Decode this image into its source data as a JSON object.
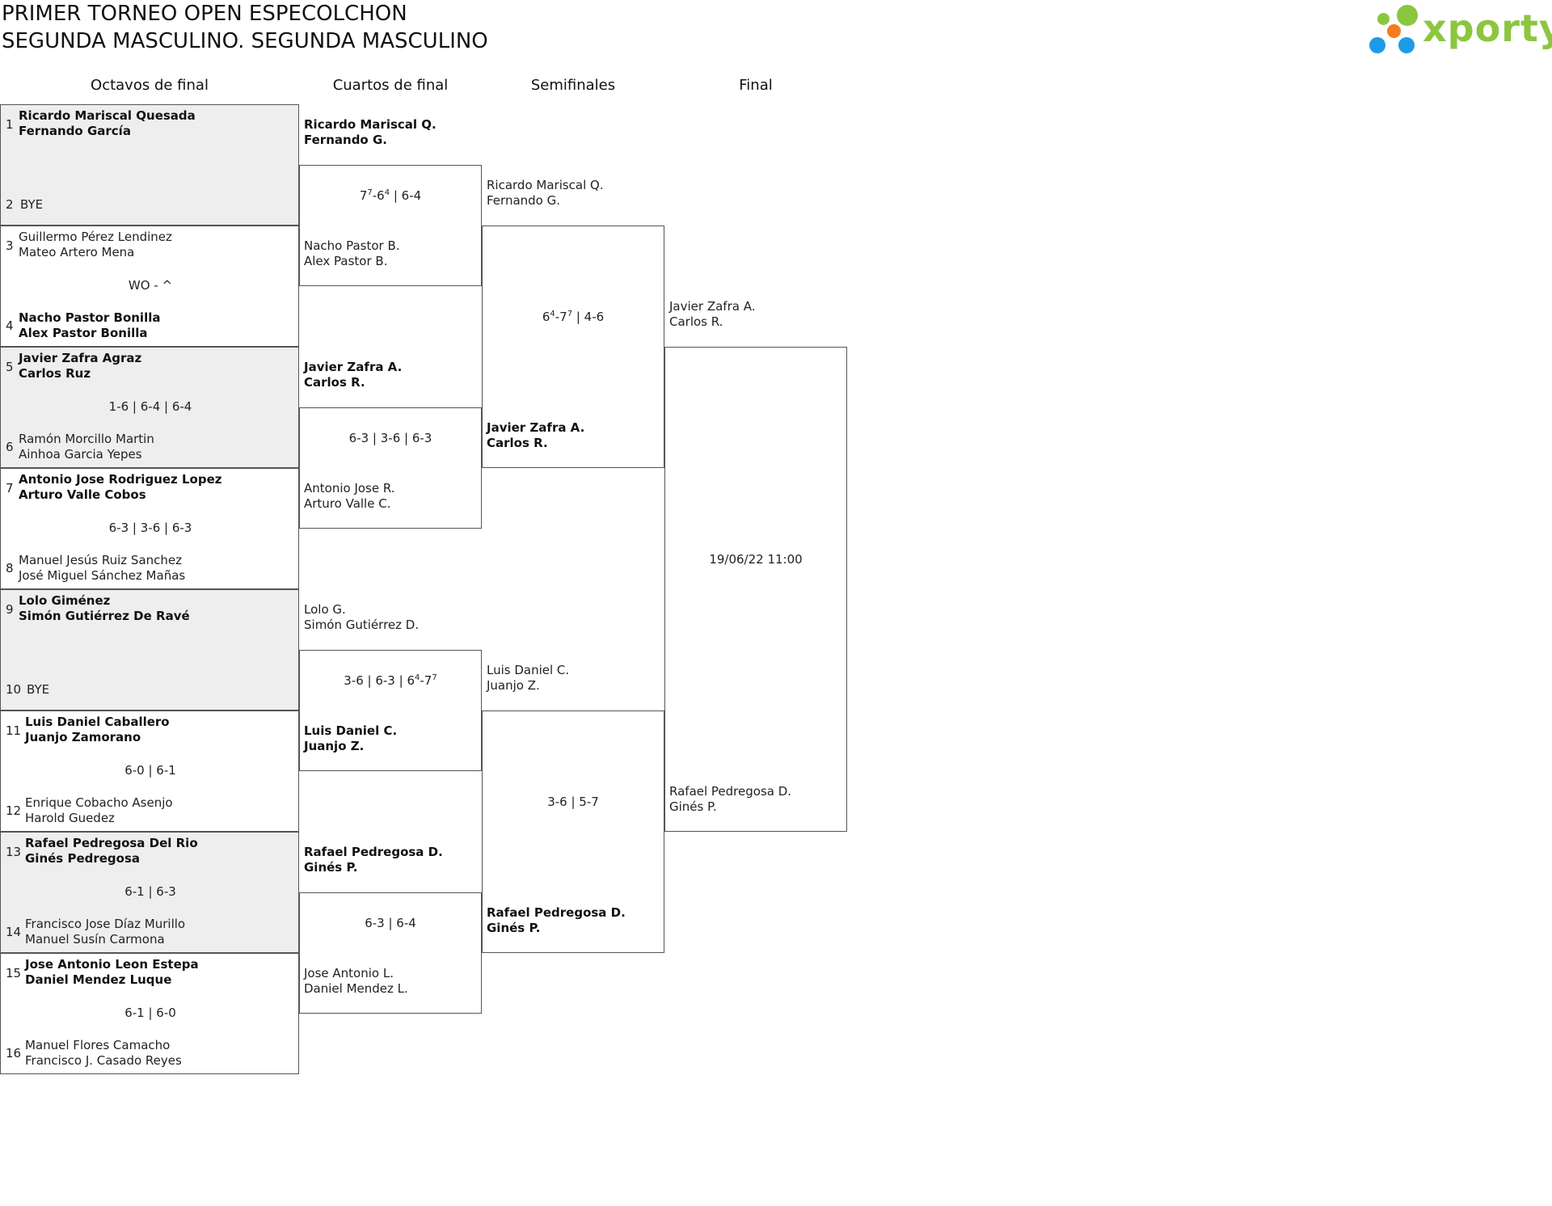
{
  "tournament": {
    "title": "PRIMER TORNEO OPEN ESPECOLCHON",
    "subtitle": "SEGUNDA MASCULINO. SEGUNDA MASCULINO",
    "logo_text": "xporty",
    "logo_colors": [
      "#8cc63f",
      "#f47c20",
      "#1e9be8"
    ]
  },
  "columns": {
    "r16": "Octavos de final",
    "qf": "Cuartos de final",
    "sf": "Semifinales",
    "final": "Final"
  },
  "r16": [
    {
      "seed_a": "1",
      "a1": "Ricardo Mariscal Quesada",
      "a2": "Fernando García",
      "a_win": true,
      "score": "",
      "seed_b": "2",
      "b1": "BYE",
      "b2": "",
      "b_win": false,
      "shade": true
    },
    {
      "seed_a": "3",
      "a1": "Guillermo Pérez Lendinez",
      "a2": "Mateo Artero Mena",
      "a_win": false,
      "score": "WO - ^",
      "seed_b": "4",
      "b1": "Nacho Pastor Bonilla",
      "b2": "Alex Pastor Bonilla",
      "b_win": true,
      "shade": false
    },
    {
      "seed_a": "5",
      "a1": "Javier Zafra Agraz",
      "a2": "Carlos Ruz",
      "a_win": true,
      "score": "1-6 | 6-4 | 6-4",
      "seed_b": "6",
      "b1": "Ramón Morcillo Martin",
      "b2": "Ainhoa Garcia Yepes",
      "b_win": false,
      "shade": true
    },
    {
      "seed_a": "7",
      "a1": "Antonio Jose Rodriguez Lopez",
      "a2": "Arturo Valle Cobos",
      "a_win": true,
      "score": "6-3 | 3-6 | 6-3",
      "seed_b": "8",
      "b1": "Manuel Jesús Ruiz Sanchez",
      "b2": "José Miguel Sánchez Mañas",
      "b_win": false,
      "shade": false
    },
    {
      "seed_a": "9",
      "a1": "Lolo Giménez",
      "a2": "Simón Gutiérrez De Ravé",
      "a_win": true,
      "score": "",
      "seed_b": "10",
      "b1": "BYE",
      "b2": "",
      "b_win": false,
      "shade": true
    },
    {
      "seed_a": "11",
      "a1": "Luis Daniel Caballero",
      "a2": "Juanjo Zamorano",
      "a_win": true,
      "score": "6-0 | 6-1",
      "seed_b": "12",
      "b1": "Enrique Cobacho Asenjo",
      "b2": "Harold Guedez",
      "b_win": false,
      "shade": false
    },
    {
      "seed_a": "13",
      "a1": "Rafael Pedregosa Del Rio",
      "a2": "Ginés Pedregosa",
      "a_win": true,
      "score": "6-1 | 6-3",
      "seed_b": "14",
      "b1": "Francisco Jose Díaz Murillo",
      "b2": "Manuel Susín Carmona",
      "b_win": false,
      "shade": true
    },
    {
      "seed_a": "15",
      "a1": "Jose Antonio Leon Estepa",
      "a2": "Daniel Mendez Luque",
      "a_win": true,
      "score": "6-1 | 6-0",
      "seed_b": "16",
      "b1": "Manuel Flores Camacho",
      "b2": "Francisco J. Casado Reyes",
      "b_win": false,
      "shade": false
    }
  ],
  "qf": [
    {
      "a1": "Ricardo Mariscal Q.",
      "a2": "Fernando G.",
      "a_win": true,
      "b1": "Nacho Pastor B.",
      "b2": "Alex Pastor B.",
      "b_win": false,
      "score": [
        {
          "t": "7"
        },
        {
          "s": "7"
        },
        {
          "t": "-6"
        },
        {
          "s": "4"
        },
        {
          "t": " | 6-4"
        }
      ]
    },
    {
      "a1": "Javier Zafra A.",
      "a2": "Carlos R.",
      "a_win": true,
      "b1": "Antonio Jose R.",
      "b2": "Arturo Valle C.",
      "b_win": false,
      "score": [
        {
          "t": "6-3 | 3-6 | 6-3"
        }
      ]
    },
    {
      "a1": "Lolo G.",
      "a2": "Simón Gutiérrez D.",
      "a_win": false,
      "b1": "Luis Daniel C.",
      "b2": "Juanjo Z.",
      "b_win": true,
      "score": [
        {
          "t": "3-6 | 6-3 | 6"
        },
        {
          "s": "4"
        },
        {
          "t": "-7"
        },
        {
          "s": "7"
        }
      ]
    },
    {
      "a1": "Rafael Pedregosa D.",
      "a2": "Ginés P.",
      "a_win": true,
      "b1": "Jose Antonio L.",
      "b2": "Daniel Mendez L.",
      "b_win": false,
      "score": [
        {
          "t": "6-3 | 6-4"
        }
      ]
    }
  ],
  "sf": [
    {
      "a1": "Ricardo Mariscal Q.",
      "a2": "Fernando G.",
      "a_win": false,
      "b1": "Javier Zafra A.",
      "b2": "Carlos R.",
      "b_win": true,
      "score": [
        {
          "t": "6"
        },
        {
          "s": "4"
        },
        {
          "t": "-7"
        },
        {
          "s": "7"
        },
        {
          "t": " | 4-6"
        }
      ]
    },
    {
      "a1": "Luis Daniel C.",
      "a2": "Juanjo Z.",
      "a_win": false,
      "b1": "Rafael Pedregosa D.",
      "b2": "Ginés P.",
      "b_win": true,
      "score": [
        {
          "t": "3-6 | 5-7"
        }
      ]
    }
  ],
  "final": {
    "a1": "Javier Zafra A.",
    "a2": "Carlos R.",
    "b1": "Rafael Pedregosa D.",
    "b2": "Ginés P.",
    "date": "19/06/22 11:00"
  }
}
